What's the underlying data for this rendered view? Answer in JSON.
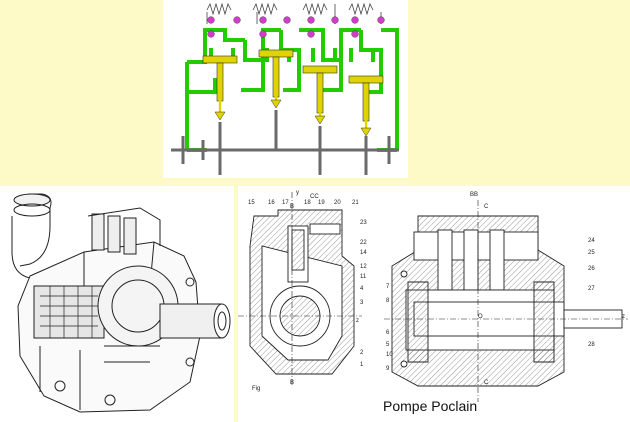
{
  "caption": "Pompe Poclain",
  "colors": {
    "background": "#fdfac8",
    "hydraulic_line": "#22cc00",
    "piston": "#e0d400",
    "valve_ball": "#d13cc8",
    "shaft": "#6a6a6a"
  },
  "drawing": {
    "section_cc": "CC",
    "section_bb": "BB",
    "marks": {
      "b": "B",
      "c": "C",
      "y": "y",
      "z": "z",
      "o": "O",
      "fig": "Fig"
    },
    "part_numbers": [
      "15",
      "16",
      "17",
      "18",
      "19",
      "20",
      "21",
      "23",
      "22",
      "14",
      "12",
      "11",
      "4",
      "3",
      "2",
      "1",
      "7",
      "8",
      "6",
      "5",
      "10",
      "9",
      "24",
      "25",
      "26",
      "27",
      "28"
    ]
  }
}
